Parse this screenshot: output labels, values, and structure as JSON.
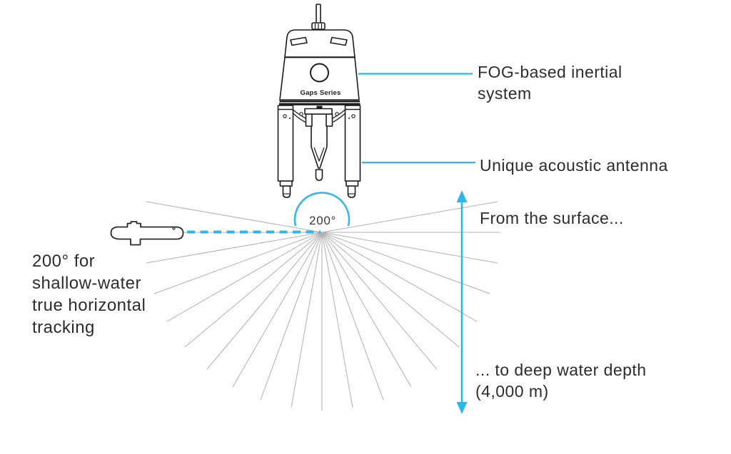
{
  "diagram": {
    "device": {
      "name_label": "Gaps Series"
    },
    "beam": {
      "angle_label": "200°"
    },
    "callouts": {
      "fog_inertial": "FOG-based inertial\nsystem",
      "acoustic_antenna": "Unique acoustic antenna",
      "from_surface": "From the surface...",
      "deep_water": "... to deep water depth\n(4,000 m)",
      "tracking": "200° for\nshallow-water\ntrue horizontal\ntracking"
    },
    "colors": {
      "accent_cyan": "#2eb6ea",
      "ray_gray": "#b0b0b0",
      "text_ink": "#2d2d2d",
      "line_art": "#1c1c1c"
    }
  }
}
